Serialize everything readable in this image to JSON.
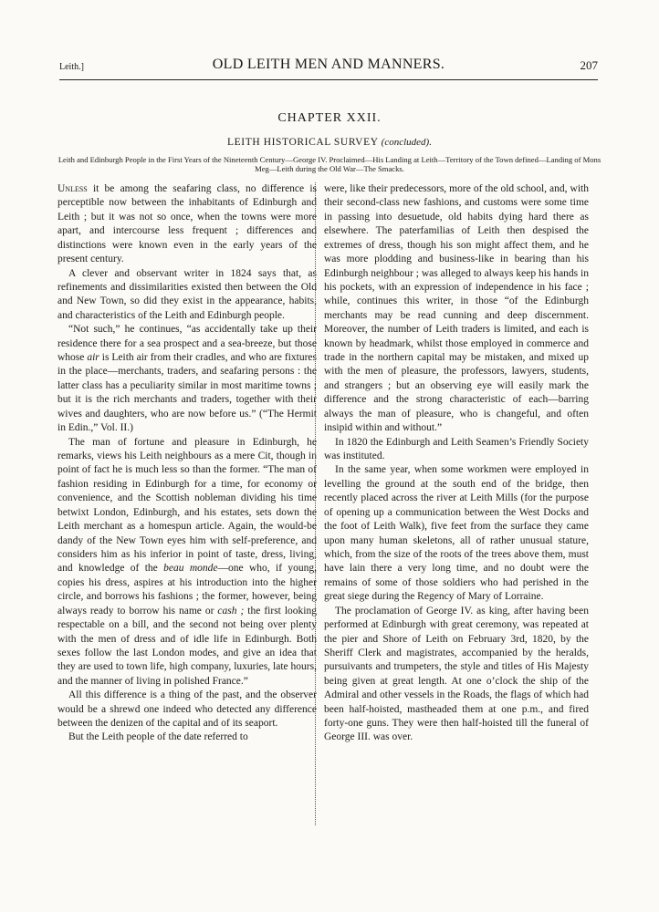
{
  "header": {
    "left": "Leith.]",
    "title": "OLD LEITH MEN AND MANNERS.",
    "page_number": "207"
  },
  "chapter": {
    "number": "CHAPTER XXII.",
    "section_title": "LEITH HISTORICAL SURVEY",
    "section_note": "(concluded).",
    "synopsis": "Leith and Edinburgh People in the First Years of the Nineteenth Century—George IV. Proclaimed—His Landing at Leith—Territory of the Town defined—Landing of Mons Meg—Leith during the Old War—The Smacks."
  },
  "left_column": {
    "p1_lead": "Unless",
    "p1_rest": " it be among the seafaring class, no difference is perceptible now between the inhabitants of Edinburgh and Leith ; but it was not so once, when the towns were more apart, and intercourse less frequent ; differences and distinctions were known even in the early years of the present century.",
    "p2": "A clever and observant writer in 1824 says that, as refinements and dissimilarities existed then between the Old and New Town, so did they exist in the appearance, habits, and characteristics of the Leith and Edinburgh people.",
    "p3a": "“Not such,” he continues, “as accidentally take up their residence there for a sea prospect and a sea-breeze, but those whose ",
    "p3_em": "air",
    "p3b": " is Leith air from their cradles, and who are fixtures in the place—merchants, traders, and seafaring persons : the latter class has a peculiarity similar in most maritime towns ; but it is the rich merchants and traders, together with their wives and daughters, who are now before us.” (“The Hermit in Edin.,” Vol. II.)",
    "p4a": "The man of fortune and pleasure in Edinburgh, he remarks, views his Leith neighbours as a mere Cit, though in point of fact he is much less so than the former. “The man of fashion residing in Edinburgh for a time, for economy or convenience, and the Scottish nobleman dividing his time betwixt London, Edinburgh, and his estates, sets down the Leith merchant as a homespun article. Again, the would-be dandy of the New Town eyes him with self-preference, and considers him as his inferior in point of taste, dress, living, and knowledge of the ",
    "p4_em1": "beau monde",
    "p4b": "—one who, if young, copies his dress, aspires at his introduction into the higher circle, and borrows his fashions ; the former, however, being always ready to borrow his name or ",
    "p4_em2": "cash ;",
    "p4c": " the first looking respectable on a bill, and the second not being over plenty with the men of dress and of idle life in Edinburgh. Both sexes follow the last London modes, and give an idea that they are used to town life, high company, luxuries, late hours, and the manner of living in polished France.”",
    "p5": "All this difference is a thing of the past, and the observer would be a shrewd one indeed who detected any difference between the denizen of the capital and of its seaport.",
    "p6": "But the Leith people of the date referred to"
  },
  "right_column": {
    "p1": "were, like their predecessors, more of the old school, and, with their second-class new fashions, and customs were some time in passing into desuetude, old habits dying hard there as elsewhere. The paterfamilias of Leith then despised the extremes of dress, though his son might affect them, and he was more plodding and business-like in bearing than his Edinburgh neighbour ; was alleged to always keep his hands in his pockets, with an expression of independence in his face ; while, continues this writer, in those “of the Edinburgh merchants may be read cunning and deep discernment. Moreover, the number of Leith traders is limited, and each is known by headmark, whilst those employed in commerce and trade in the northern capital may be mistaken, and mixed up with the men of pleasure, the professors, lawyers, students, and strangers ; but an observing eye will easily mark the difference and the strong characteristic of each—barring always the man of pleasure, who is changeful, and often insipid within and without.”",
    "p2": "In 1820 the Edinburgh and Leith Seamen’s Friendly Society was instituted.",
    "p3": "In the same year, when some workmen were employed in levelling the ground at the south end of the bridge, then recently placed across the river at Leith Mills (for the purpose of opening up a communication between the West Docks and the foot of Leith Walk), five feet from the surface they came upon many human skeletons, all of rather unusual stature, which, from the size of the roots of the trees above them, must have lain there a very long time, and no doubt were the remains of some of those soldiers who had perished in the great siege during the Regency of Mary of Lorraine.",
    "p4": "The proclamation of George IV. as king, after having been performed at Edinburgh with great ceremony, was repeated at the pier and Shore of Leith on February 3rd, 1820, by the Sheriff Clerk and magistrates, accompanied by the heralds, pursuivants and trumpeters, the style and titles of His Majesty being given at great length. At one o’clock the ship of the Admiral and other vessels in the Roads, the flags of which had been half-hoisted, mastheaded them at one p.m., and fired forty-one guns. They were then half-hoisted till the funeral of George III. was over."
  }
}
